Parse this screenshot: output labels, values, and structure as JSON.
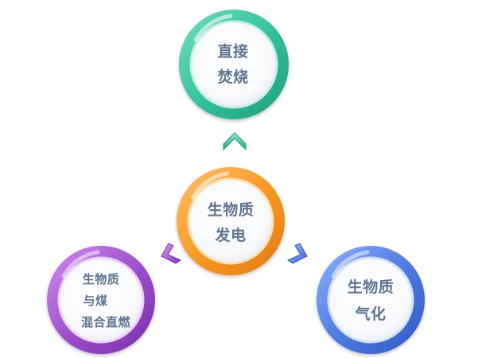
{
  "diagram": {
    "top_circle": {
      "color": "#2fbf98",
      "lines": [
        "直接",
        "焚烧"
      ]
    },
    "center_circle": {
      "color": "#f48c1e",
      "lines": [
        "生物质",
        "发电"
      ]
    },
    "left_circle": {
      "color": "#9a4bc9",
      "lines": [
        "生物质",
        "与煤",
        "混合直燃"
      ]
    },
    "right_circle": {
      "color": "#3f6fd8",
      "lines": [
        "生物质",
        "气化"
      ]
    },
    "label_color": "#5e7590"
  }
}
